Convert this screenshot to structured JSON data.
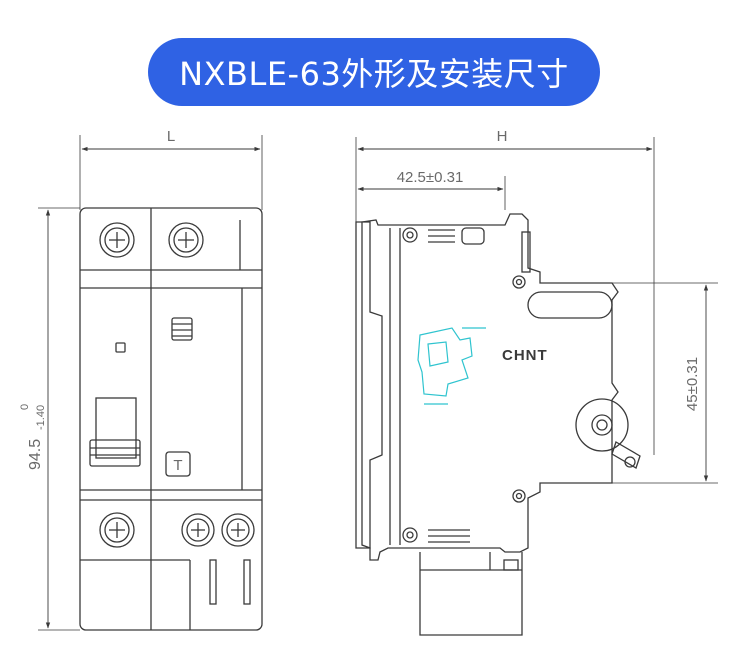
{
  "title": "NXBLE-63外形及安装尺寸",
  "dimensions": {
    "width_front": "L",
    "width_side": "H",
    "depth_to_rail": "42.5±0.31",
    "height_main": "94.5",
    "height_tol_upper": "0",
    "height_tol_lower": "-1.40",
    "rail_height": "45±0.31"
  },
  "labels": {
    "brand": "CHNT",
    "test_button": "T"
  },
  "colors": {
    "accent": "#2f62e4",
    "line": "#3a3a3a",
    "dim_text": "#6a6a6a",
    "graphic": "#2fc4cf"
  }
}
